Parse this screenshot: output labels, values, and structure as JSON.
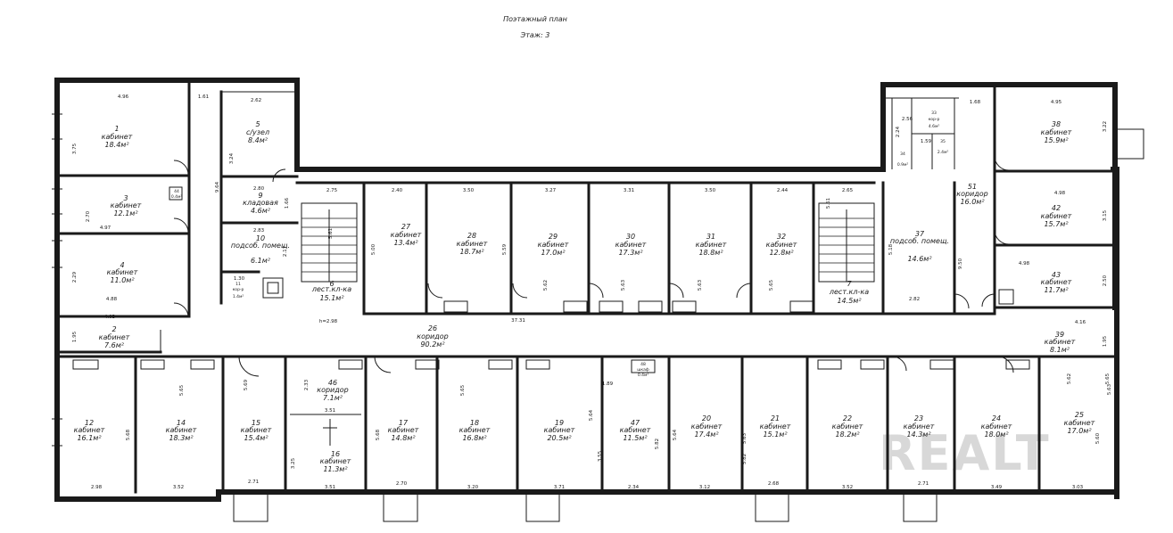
{
  "plan": {
    "title": "Поэтажный план",
    "floor": "Этаж: 3"
  },
  "rooms": [
    {
      "num": "1",
      "name": "кабинет",
      "area": "18.4м²"
    },
    {
      "num": "2",
      "name": "кабинет",
      "area": "7.6м²"
    },
    {
      "num": "3",
      "name": "кабинет",
      "area": "12.1м²"
    },
    {
      "num": "4",
      "name": "кабинет",
      "area": "11.0м²"
    },
    {
      "num": "5",
      "name": "с/узел",
      "area": "8.4м²"
    },
    {
      "num": "9",
      "name": "кладовая",
      "area": "4.6м²"
    },
    {
      "num": "10",
      "name": "подсоб. помещ.",
      "area": "6.1м²"
    },
    {
      "num": "11",
      "name": "кор-р",
      "area": "1.4м²"
    },
    {
      "num": "12",
      "name": "кабинет",
      "area": "16.1м²"
    },
    {
      "num": "14",
      "name": "кабинет",
      "area": "18.3м²"
    },
    {
      "num": "15",
      "name": "кабинет",
      "area": "15.4м²"
    },
    {
      "num": "16",
      "name": "кабинет",
      "area": "11.3м²"
    },
    {
      "num": "17",
      "name": "кабинет",
      "area": "14.8м²"
    },
    {
      "num": "18",
      "name": "кабинет",
      "area": "16.8м²"
    },
    {
      "num": "19",
      "name": "кабинет",
      "area": "20.5м²"
    },
    {
      "num": "20",
      "name": "кабинет",
      "area": "17.4м²"
    },
    {
      "num": "21",
      "name": "кабинет",
      "area": "15.1м²"
    },
    {
      "num": "22",
      "name": "кабинет",
      "area": "18.2м²"
    },
    {
      "num": "23",
      "name": "кабинет",
      "area": "14.3м²"
    },
    {
      "num": "24",
      "name": "кабинет",
      "area": "18.0м²"
    },
    {
      "num": "25",
      "name": "кабинет",
      "area": "17.0м²"
    },
    {
      "num": "26",
      "name": "коридор",
      "area": "90.2м²"
    },
    {
      "num": "27",
      "name": "кабинет",
      "area": "13.4м²"
    },
    {
      "num": "28",
      "name": "кабинет",
      "area": "18.7м²"
    },
    {
      "num": "29",
      "name": "кабинет",
      "area": "17.0м²"
    },
    {
      "num": "30",
      "name": "кабинет",
      "area": "17.3м²"
    },
    {
      "num": "31",
      "name": "кабинет",
      "area": "18.8м²"
    },
    {
      "num": "32",
      "name": "кабинет",
      "area": "12.8м²"
    },
    {
      "num": "33",
      "name": "кор-р",
      "area": "4.6м²"
    },
    {
      "num": "34",
      "name": "",
      "area": "0.9м²"
    },
    {
      "num": "35",
      "name": "",
      "area": "2.4м²"
    },
    {
      "num": "37",
      "name": "подсоб. помещ.",
      "area": "14.6м²"
    },
    {
      "num": "38",
      "name": "кабинет",
      "area": "15.9м²"
    },
    {
      "num": "39",
      "name": "кабинет",
      "area": "8.1м²"
    },
    {
      "num": "42",
      "name": "кабинет",
      "area": "15.7м²"
    },
    {
      "num": "43",
      "name": "кабинет",
      "area": "11.7м²"
    },
    {
      "num": "44",
      "name": "",
      "area": "0.4м²"
    },
    {
      "num": "46",
      "name": "коридор",
      "area": "7.1м²"
    },
    {
      "num": "47",
      "name": "кабинет",
      "area": "11.5м²"
    },
    {
      "num": "48",
      "name": "шкаф",
      "area": "0.4м²"
    },
    {
      "num": "51",
      "name": "коридор",
      "area": "16.0м²"
    }
  ],
  "stairs": [
    {
      "num": "6",
      "name": "лест.кл-ка",
      "area": "15.1м²"
    },
    {
      "num": "7",
      "name": "лест.кл-ка",
      "area": "14.5м²"
    }
  ],
  "dimensions": {
    "top": [
      "4.96",
      "1.61",
      "2.62",
      "2.75",
      "2.40",
      "3.50",
      "3.27",
      "3.31",
      "3.50",
      "2.44",
      "2.65",
      "1.68",
      "4.95"
    ],
    "bottom": [
      "2.98",
      "3.52",
      "2.71",
      "3.51",
      "2.70",
      "3.20",
      "3.71",
      "2.34",
      "3.12",
      "2.68",
      "3.52",
      "2.71",
      "3.49",
      "3.03"
    ],
    "misc": [
      "4.97",
      "4.88",
      "4.03",
      "2.80",
      "2.83",
      "1.30",
      "3.51",
      "4.98",
      "4.98",
      "4.16",
      "1.89",
      "37.31",
      "2.82",
      "1.59",
      "2.56"
    ],
    "vertical": [
      "3.75",
      "2.70",
      "2.29",
      "1.95",
      "9.64",
      "5.68",
      "5.65",
      "5.69",
      "5.62",
      "5.63",
      "5.65",
      "5.60",
      "5.00",
      "5.59",
      "5.62",
      "5.63",
      "5.63",
      "5.65",
      "5.18",
      "9.50",
      "3.15",
      "2.50",
      "3.22",
      "1.95",
      "3.25",
      "2.33",
      "5.64",
      "3.55",
      "5.82",
      "5.64",
      "5.63",
      "5.82",
      "5.68",
      "5.65",
      "5.61",
      "5.61",
      "2.17",
      "3.24",
      "1.66",
      "2.24"
    ],
    "height": "h=2.98"
  },
  "watermark": "REALT"
}
